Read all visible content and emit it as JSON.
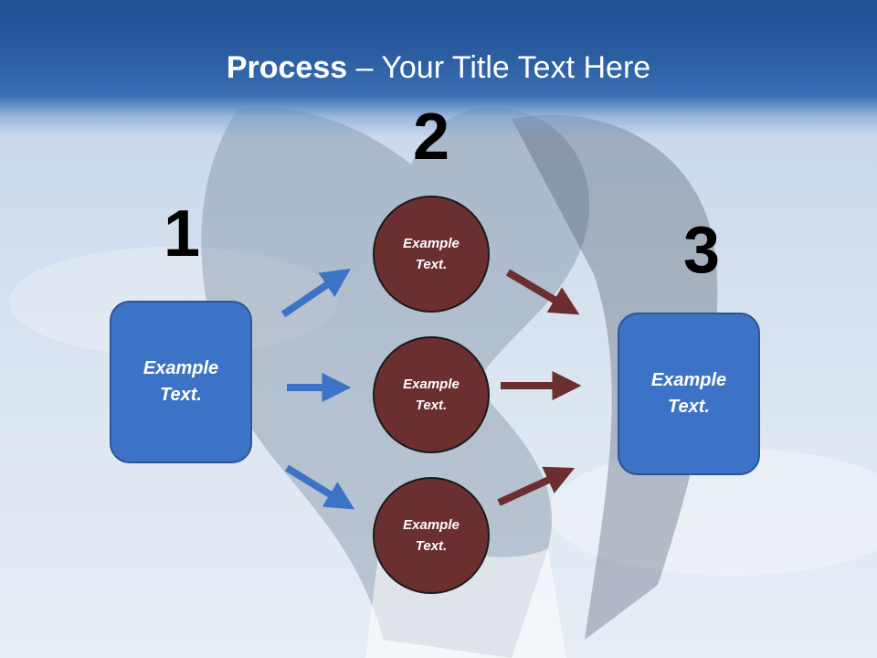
{
  "title": {
    "bold": "Process",
    "rest": " – Your Title Text Here"
  },
  "steps": [
    {
      "number": "1",
      "text": "Example\nText."
    },
    {
      "number": "2",
      "items": [
        "Example\nText.",
        "Example\nText.",
        "Example\nText."
      ]
    },
    {
      "number": "3",
      "text": "Example\nText."
    }
  ],
  "colors": {
    "title_bar": "#2d5fa4",
    "box": "#3d73c6",
    "circle": "#6b2f2f",
    "blue_arrow": "#3d73c6",
    "brown_arrow": "#6b2f2f"
  }
}
